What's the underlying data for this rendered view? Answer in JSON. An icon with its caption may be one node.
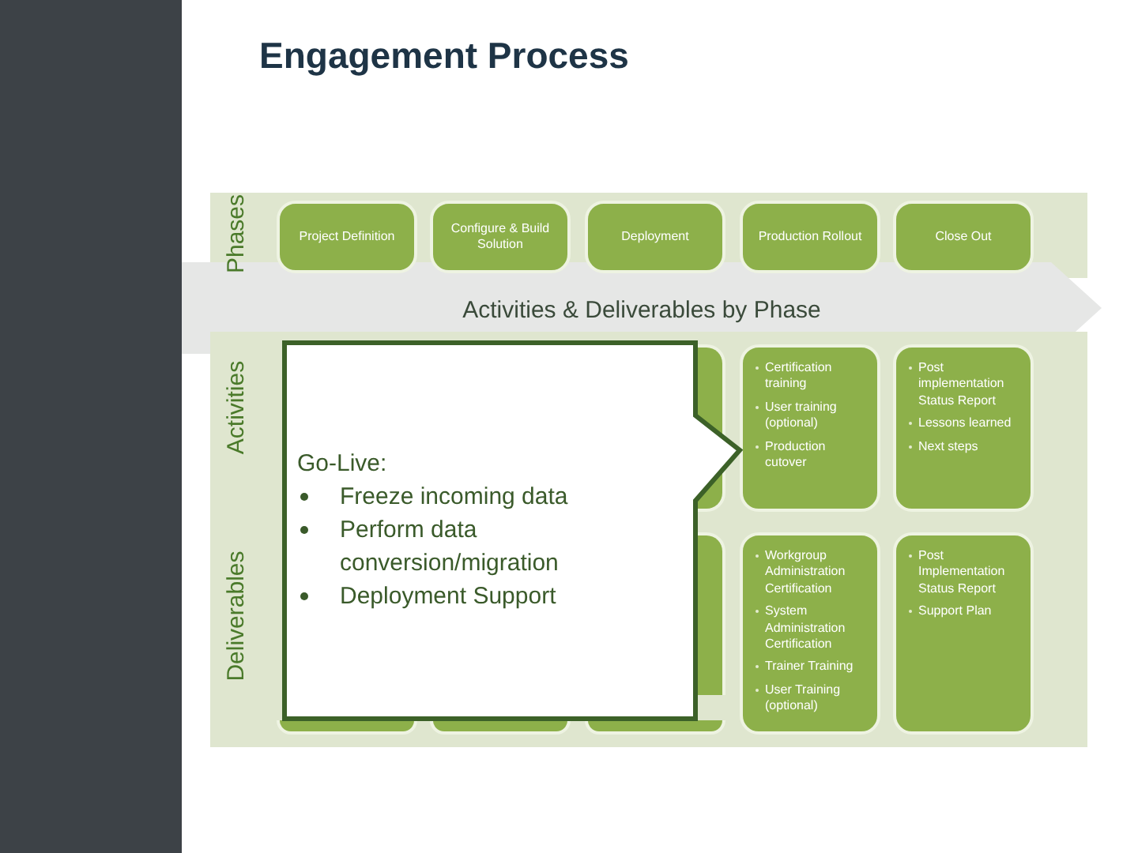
{
  "diagram": {
    "title": "Engagement Process",
    "nodes": [
      {
        "text": [
          "Project Definition"
        ]
      },
      {
        "text": [
          "Configure & Build Solution"
        ]
      },
      {
        "text": [
          "Deployment"
        ]
      },
      {
        "text": [
          "Production Rollout"
        ]
      },
      {
        "text": [
          "Close Out"
        ]
      },
      {
        "text": [
          "Activities & Deliverables by Phase"
        ]
      },
      {
        "text": [
          "Certification training",
          "User training (optional)",
          "Production cutover"
        ]
      },
      {
        "text": [
          "Post implementation Status Report",
          "Lessons learned",
          "Next steps"
        ]
      },
      {
        "text": [
          "Workgroup Administration Certification",
          "System Administration Certification",
          "Trainer Training",
          "User Training (optional)"
        ]
      },
      {
        "text": [
          "Post Implementation Status Report",
          "Support Plan"
        ]
      },
      {
        "text": [
          "Go-Live:",
          "Freeze incoming data",
          "Perform data conversion/migration",
          "Deployment Support"
        ]
      }
    ],
    "labels": [
      "Phases",
      "Activities",
      "Deliverables"
    ]
  }
}
